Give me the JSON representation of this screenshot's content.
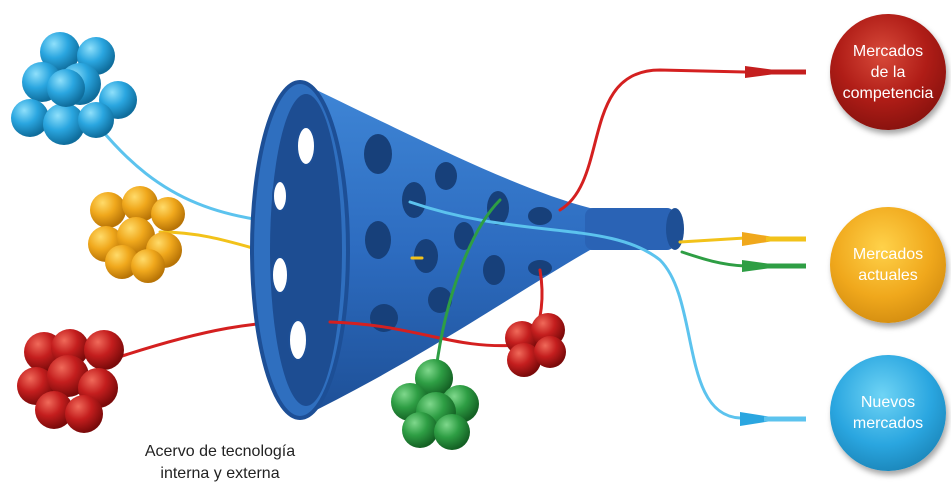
{
  "caption": {
    "line1": "Acervo de tecnología",
    "line2": "interna y externa"
  },
  "markets": [
    {
      "lines": [
        "Mercados",
        "de la",
        "competencia"
      ],
      "color": "#b01d17"
    },
    {
      "lines": [
        "Mercados",
        "actuales"
      ],
      "color": "#f0a81c"
    },
    {
      "lines": [
        "Nuevos",
        "mercados"
      ],
      "color": "#2aa6e0"
    }
  ],
  "colors": {
    "funnel": "#2f6fbf",
    "cluster_blue": "#2aa6e0",
    "cluster_yellow": "#f0a81c",
    "cluster_red": "#c41e1e",
    "cluster_green": "#2e9e44",
    "cluster_dark_red": "#b01d17"
  }
}
